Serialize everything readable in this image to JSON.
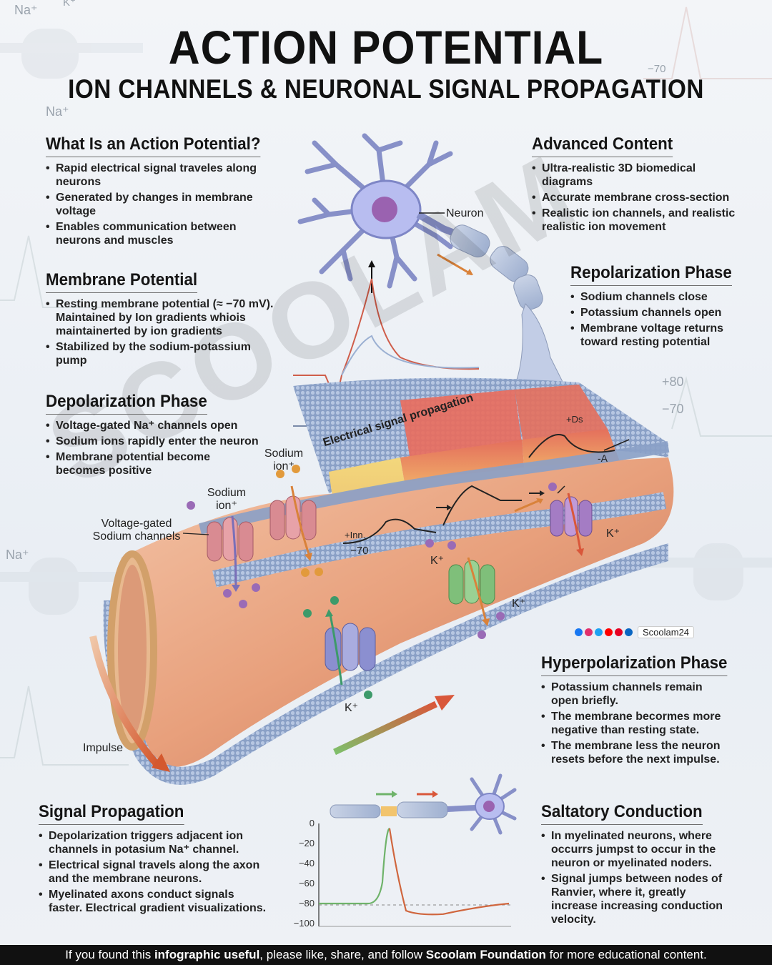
{
  "title": "ACTION POTENTIAL",
  "subtitle": "ION CHANNELS & NEURONAL SIGNAL PROPAGATION",
  "sections": {
    "what": {
      "heading": "What Is an Action Potential?",
      "items": [
        "Rapid electrical signal traveles along neurons",
        "Generated by changes in membrane voltage",
        "Enables communication between neurons and muscles"
      ]
    },
    "membrane": {
      "heading": "Membrane Potential",
      "items": [
        "Resting membrane potential (≈ −70 mV). Maintained by Ion gradients whiois maintainerted by ion gradients",
        "Stabilized by the sodium-potassium pump"
      ]
    },
    "depolarization": {
      "heading": "Depolarization Phase",
      "items": [
        "Voltage-gated Na⁺ channels open",
        "Sodium ions rapidly enter the neuron",
        "Membrane potential become becomes positive"
      ]
    },
    "advanced": {
      "heading": "Advanced Content",
      "items": [
        "Ultra-realistic 3D biomedical diagrams",
        "Accurate membrane cross-section",
        "Realistic ion channels, and realistic realistic ion movement"
      ]
    },
    "repolarization": {
      "heading": "Repolarization Phase",
      "items": [
        "Sodium channels close",
        "Potassium channels open",
        "Membrane voltage returns toward resting potential"
      ]
    },
    "hyperpolarization": {
      "heading": "Hyperpolarization Phase",
      "items": [
        "Potassium channels remain open briefly.",
        "The membrane becormes more negative than resting state.",
        "The membrane less the neuron resets before the next impulse."
      ]
    },
    "signal": {
      "heading": "Signal Propagation",
      "items": [
        "Depolarization triggers adjacent ion channels in potasium Na⁺ channel.",
        "Electrical signal travels along the axon and the membrane neurons.",
        "Myelinated axons conduct signals faster. Electrical gradient visualizations."
      ]
    },
    "saltatory": {
      "heading": "Saltatory Conduction",
      "items": [
        "In myelinated neurons, where occurrs jumpst to occur in the neuron or myelinated noders.",
        "Signal jumps between nodes of Ranvier, where it, greatly increase increasing conduction velocity."
      ]
    }
  },
  "labels": {
    "neuron": "Neuron",
    "electrical_signal": "Electrical signal propagation",
    "sodium_ion_1": "Sodium ion⁺",
    "sodium_ion_2": "Sodium ion⁺",
    "vg_channels": "Voltage-gated Sodium channels",
    "impulse": "Impulse",
    "k1": "K⁺",
    "k2": "K⁺",
    "k3": "K⁺",
    "k4": "K⁺",
    "minus70": "−70",
    "inna": "+Inn.",
    "ds": "+Ds",
    "a": "-A",
    "ghost_plus80": "+80",
    "ghost_minus70": "−70",
    "ghost_minus70_top": "−70",
    "ghost_na1": "Na⁺",
    "ghost_na2": "Na⁺",
    "ghost_na3": "Na⁺",
    "ghost_k": "K⁺",
    "watermark": "SCOOLAM"
  },
  "graph": {
    "y_ticks": [
      "0",
      "−20",
      "−40",
      "−60",
      "−80",
      "−100"
    ],
    "y_values": [
      0,
      -20,
      -40,
      -60,
      -80,
      -100
    ],
    "resting_level": -80,
    "peak": -5,
    "undershoot": -92
  },
  "social": {
    "brand": "Scoolam24",
    "icon_colors": [
      "#1877f2",
      "#e1306c",
      "#1da1f2",
      "#ff0000",
      "#e60023",
      "#0a66c2"
    ]
  },
  "footer": {
    "pre": "If you found this ",
    "bold1": "infographic useful",
    "mid": ", please like, share, and follow ",
    "bold2": "Scoolam Foundation",
    "post": " for more educational content."
  },
  "colors": {
    "axon_inner": "#e9a582",
    "membrane_blue": "#7f9cc4",
    "sodium_ion": "#e29a3c",
    "potassium_ion": "#9a6bb6",
    "chloride_ion": "#3d9a6a",
    "arrow_orange": "#d2582c"
  }
}
